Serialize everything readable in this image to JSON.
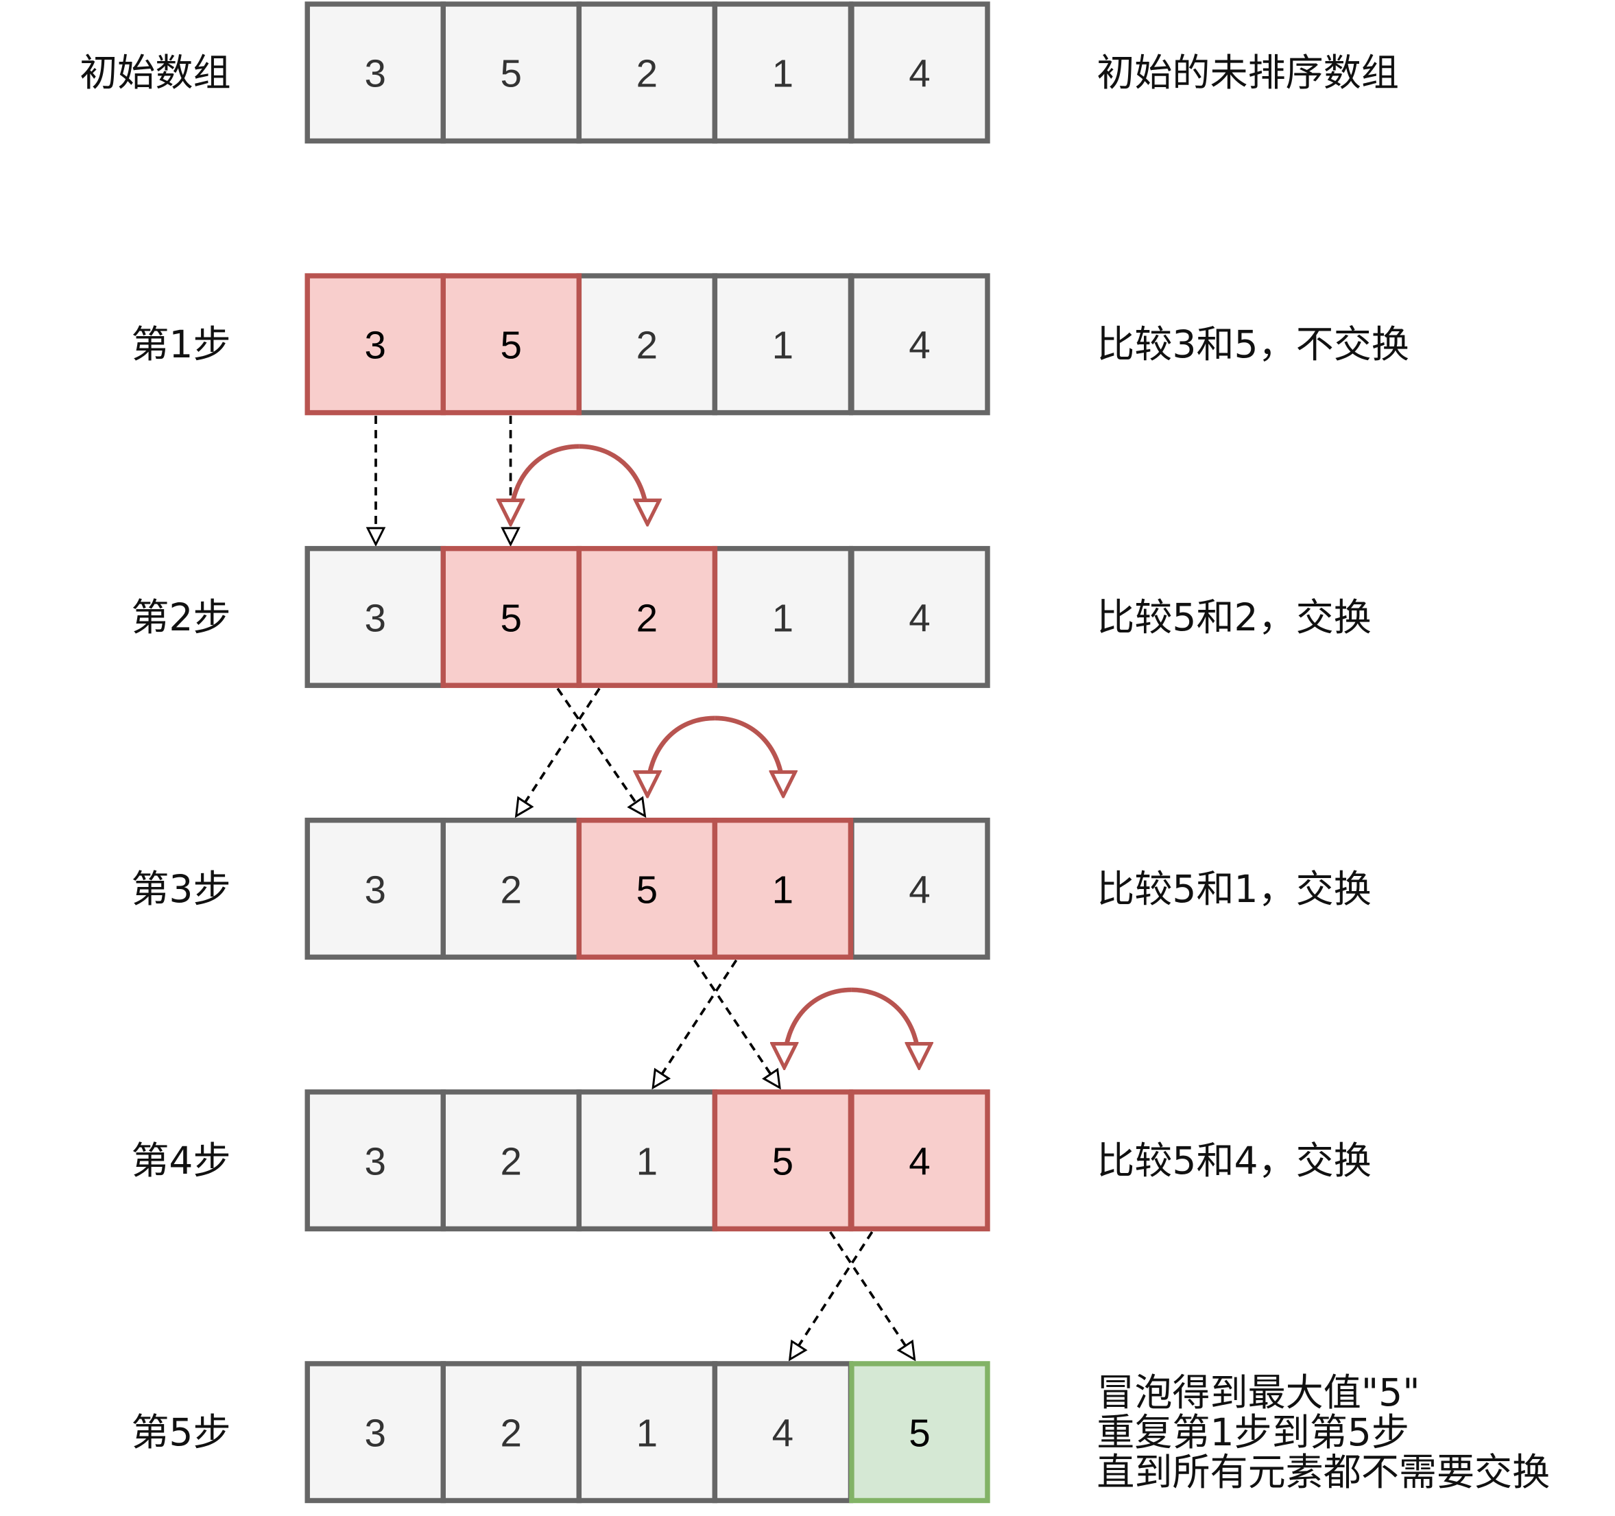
{
  "colors": {
    "normal_fill": "#f5f5f5",
    "normal_stroke": "#666666",
    "normal_text": "#333333",
    "compare_fill": "#f8cecc",
    "compare_stroke": "#b85450",
    "compare_text": "#000000",
    "done_fill": "#d5e8d4",
    "done_stroke": "#82b366",
    "done_text": "#000000",
    "dashed_arrow": "#000000",
    "swap_arrow": "#b85450"
  },
  "rows": [
    {
      "label": "初始数组",
      "cells": [
        {
          "value": "3",
          "state": "normal"
        },
        {
          "value": "5",
          "state": "normal"
        },
        {
          "value": "2",
          "state": "normal"
        },
        {
          "value": "1",
          "state": "normal"
        },
        {
          "value": "4",
          "state": "normal"
        }
      ],
      "note": [
        "初始的未排序数组"
      ]
    },
    {
      "label": "第1步",
      "cells": [
        {
          "value": "3",
          "state": "compare"
        },
        {
          "value": "5",
          "state": "compare"
        },
        {
          "value": "2",
          "state": "normal"
        },
        {
          "value": "1",
          "state": "normal"
        },
        {
          "value": "4",
          "state": "normal"
        }
      ],
      "note": [
        "比较3和5，不交换"
      ]
    },
    {
      "label": "第2步",
      "cells": [
        {
          "value": "3",
          "state": "normal"
        },
        {
          "value": "5",
          "state": "compare"
        },
        {
          "value": "2",
          "state": "compare"
        },
        {
          "value": "1",
          "state": "normal"
        },
        {
          "value": "4",
          "state": "normal"
        }
      ],
      "note": [
        "比较5和2，交换"
      ]
    },
    {
      "label": "第3步",
      "cells": [
        {
          "value": "3",
          "state": "normal"
        },
        {
          "value": "2",
          "state": "normal"
        },
        {
          "value": "5",
          "state": "compare"
        },
        {
          "value": "1",
          "state": "compare"
        },
        {
          "value": "4",
          "state": "normal"
        }
      ],
      "note": [
        "比较5和1，交换"
      ]
    },
    {
      "label": "第4步",
      "cells": [
        {
          "value": "3",
          "state": "normal"
        },
        {
          "value": "2",
          "state": "normal"
        },
        {
          "value": "1",
          "state": "normal"
        },
        {
          "value": "5",
          "state": "compare"
        },
        {
          "value": "4",
          "state": "compare"
        }
      ],
      "note": [
        "比较5和4，交换"
      ]
    },
    {
      "label": "第5步",
      "cells": [
        {
          "value": "3",
          "state": "normal"
        },
        {
          "value": "2",
          "state": "normal"
        },
        {
          "value": "1",
          "state": "normal"
        },
        {
          "value": "4",
          "state": "normal"
        },
        {
          "value": "5",
          "state": "done"
        }
      ],
      "note": [
        "冒泡得到最大值\"5\"",
        "重复第1步到第5步",
        "直到所有元素都不需要交换"
      ]
    }
  ]
}
